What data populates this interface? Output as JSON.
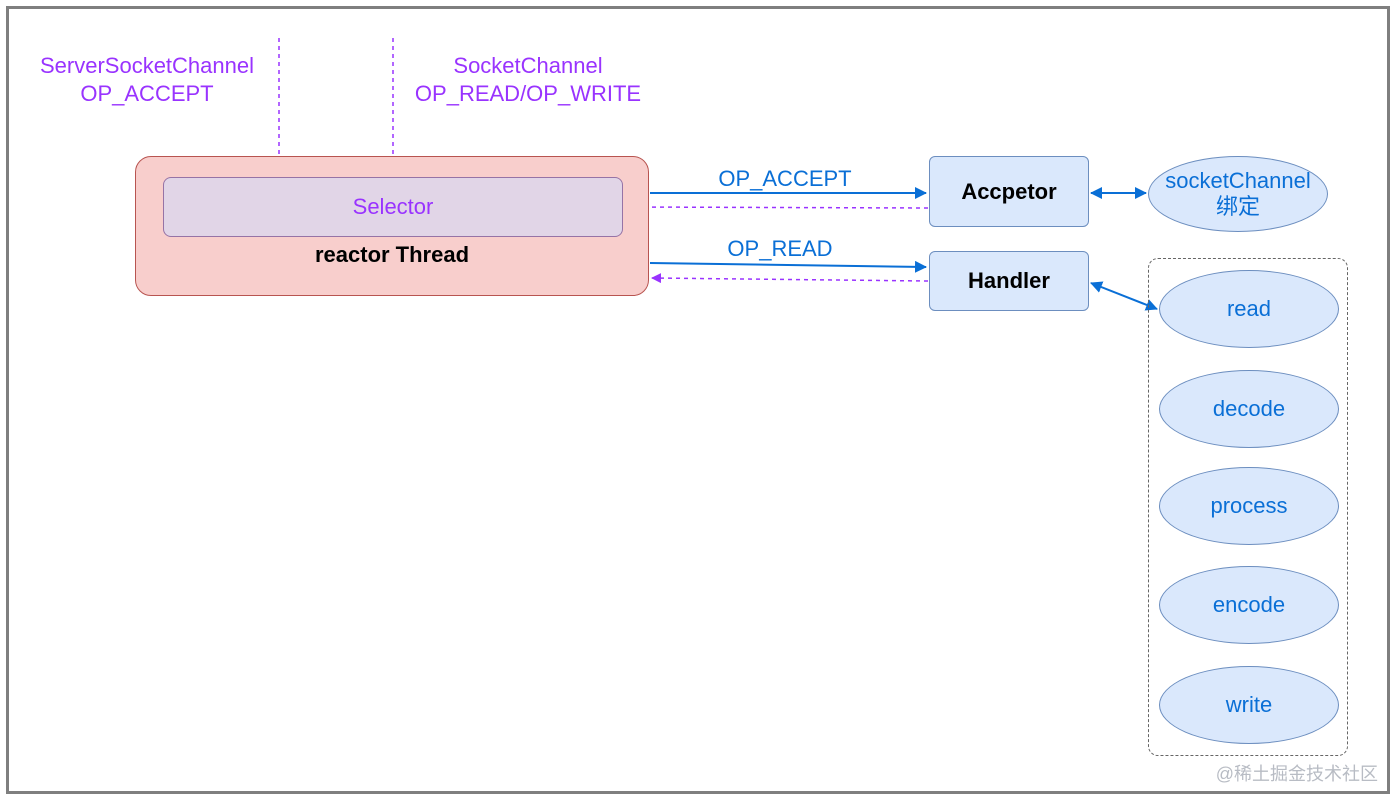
{
  "inputs": {
    "server": {
      "line1": "ServerSocketChannel",
      "line2": "OP_ACCEPT"
    },
    "socket": {
      "line1": "SocketChannel",
      "line2": "OP_READ/OP_WRITE"
    }
  },
  "reactor": {
    "label": "reactor Thread",
    "selector": "Selector"
  },
  "acceptor": {
    "label": "Accpetor",
    "edge_label": "OP_ACCEPT",
    "binding": {
      "line1": "socketChannel",
      "line2": "绑定"
    }
  },
  "handler": {
    "label": "Handler",
    "edge_label": "OP_READ"
  },
  "steps": [
    "read",
    "decode",
    "process",
    "encode",
    "write"
  ],
  "watermark": "@稀土掘金技术社区",
  "colors": {
    "purple": "#9933ff",
    "blue": "#0a6fd6"
  }
}
